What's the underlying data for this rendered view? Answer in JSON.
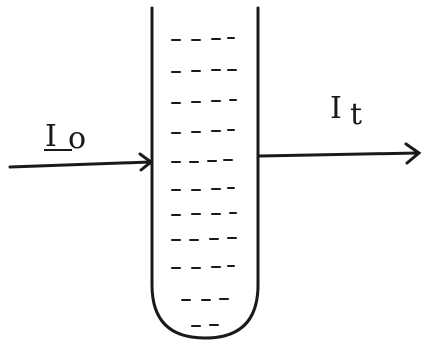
{
  "diagram": {
    "incident_label": "I",
    "incident_subscript": "o",
    "transmitted_label": "I",
    "transmitted_subscript": "t",
    "ink_color": "#1a1a1a",
    "paper_color": "#ffffff"
  }
}
